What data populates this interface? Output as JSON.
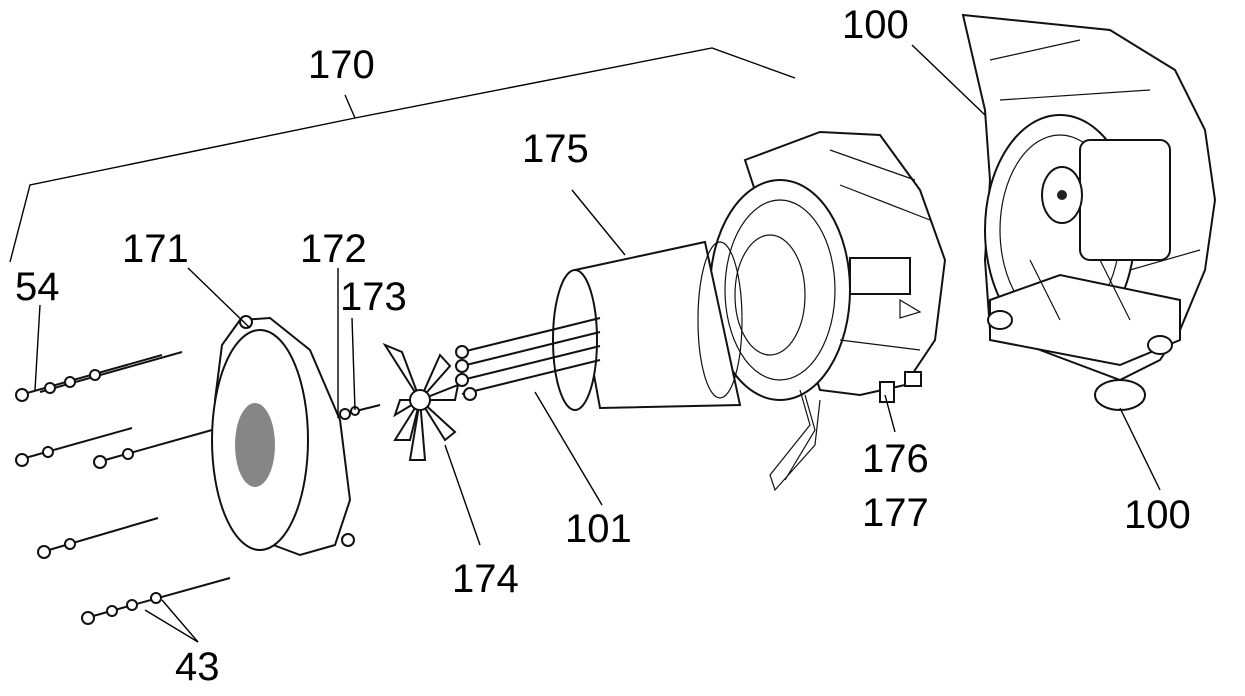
{
  "labels": {
    "l170": "170",
    "l100_top": "100",
    "l175": "175",
    "l171": "171",
    "l172": "172",
    "l173": "173",
    "l54": "54",
    "l176": "176",
    "l177": "177",
    "l100_bottom": "100",
    "l101": "101",
    "l174": "174",
    "l43": "43"
  }
}
